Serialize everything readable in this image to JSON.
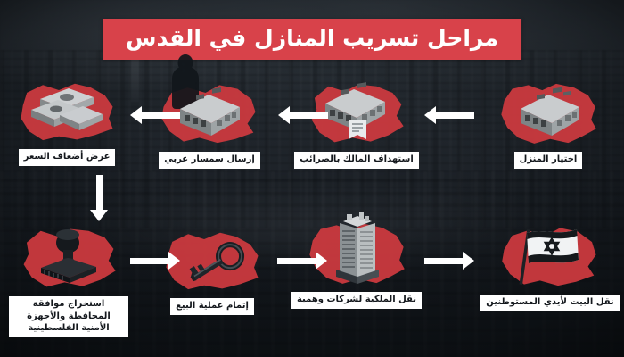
{
  "meta": {
    "language": "ar",
    "direction": "rtl",
    "accent_color": "#d8424a",
    "splat_color": "#cf3a3f",
    "label_bg": "#ffffff",
    "label_text": "#14181d",
    "background_color": "#232a31",
    "arrow_color": "#ffffff"
  },
  "header": {
    "title": "مراحل تسريب المنازل في القدس"
  },
  "flow": {
    "top_row": [
      {
        "order": "1",
        "label": "اختيار المنزل",
        "icon": "house-building-icon"
      },
      {
        "order": "2",
        "label": "استهداف المالك بالضرائب",
        "icon": "house-with-tax-document-icon"
      },
      {
        "order": "3",
        "label": "إرسال سمسار عربي",
        "icon": "house-with-broker-silhouette-icon"
      },
      {
        "order": "4",
        "label": "عرض أضعاف السعر",
        "icon": "money-stacks-icon"
      }
    ],
    "bottom_row": [
      {
        "order": "5",
        "label": "استخراج موافقة المحافظة والأجهزة الأمنية الفلسطينية",
        "icon": "rubber-stamp-icon"
      },
      {
        "order": "6",
        "label": "إتمام عملية البيع",
        "icon": "old-key-icon"
      },
      {
        "order": "7",
        "label": "نقل الملكية لشركات وهمية",
        "icon": "office-tower-icon"
      },
      {
        "order": "8",
        "label": "نقل البيت لأيدي المستوطنين",
        "icon": "israeli-flag-icon"
      }
    ],
    "arrows": [
      {
        "name": "arrow-step1-to-step2",
        "direction": "left"
      },
      {
        "name": "arrow-step2-to-step3",
        "direction": "left"
      },
      {
        "name": "arrow-step3-to-step4",
        "direction": "left"
      },
      {
        "name": "arrow-step4-to-step5",
        "direction": "down"
      },
      {
        "name": "arrow-step5-to-step6",
        "direction": "right"
      },
      {
        "name": "arrow-step6-to-step7",
        "direction": "right"
      },
      {
        "name": "arrow-step7-to-step8",
        "direction": "right"
      }
    ]
  }
}
